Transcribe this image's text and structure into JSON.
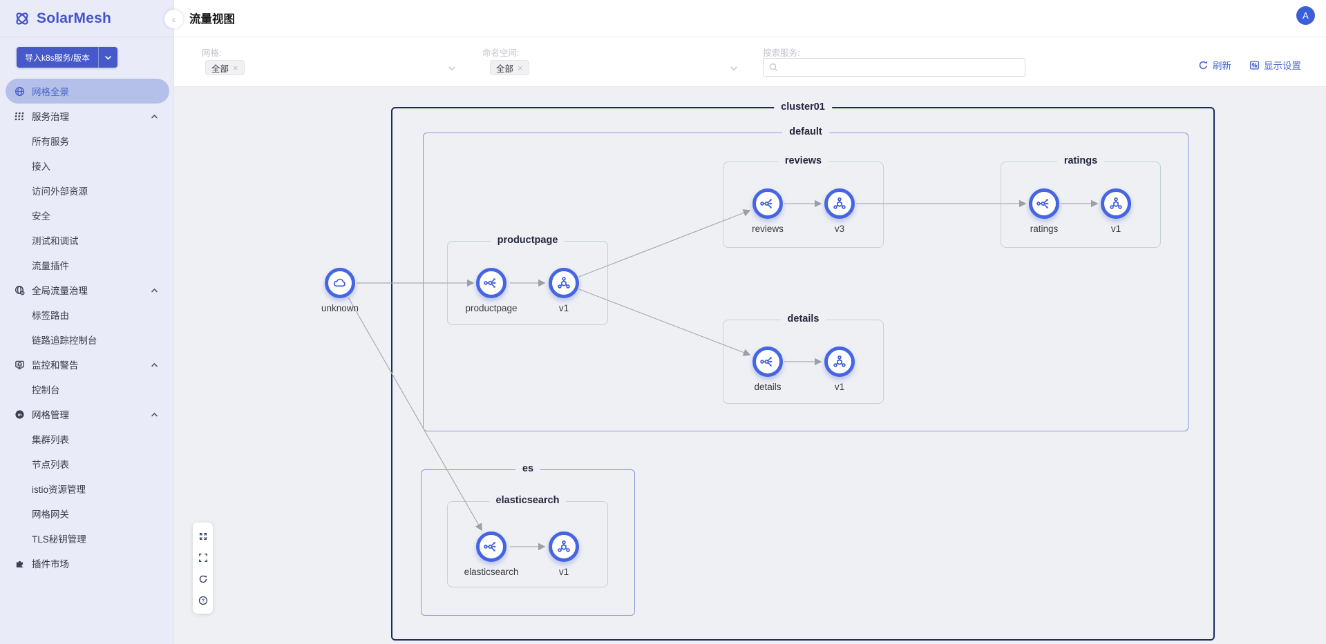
{
  "app": {
    "brand": "SolarMesh",
    "avatar_initial": "A"
  },
  "sidebar": {
    "import_button": {
      "label": "导入k8s服务/版本"
    },
    "items": [
      {
        "label": "网格全景",
        "selected": true
      },
      {
        "label": "服务治理",
        "group": true
      },
      {
        "label": "所有服务"
      },
      {
        "label": "接入"
      },
      {
        "label": "访问外部资源"
      },
      {
        "label": "安全"
      },
      {
        "label": "测试和调试"
      },
      {
        "label": "流量插件"
      },
      {
        "label": "全局流量治理",
        "group": true
      },
      {
        "label": "标签路由"
      },
      {
        "label": "链路追踪控制台"
      },
      {
        "label": "监控和警告",
        "group": true
      },
      {
        "label": "控制台"
      },
      {
        "label": "网格管理",
        "group": true
      },
      {
        "label": "集群列表"
      },
      {
        "label": "节点列表"
      },
      {
        "label": "istio资源管理"
      },
      {
        "label": "网格网关"
      },
      {
        "label": "TLS秘钥管理"
      },
      {
        "label": "插件市场",
        "group": true
      }
    ]
  },
  "header": {
    "title": "流量视图"
  },
  "filters": {
    "mesh_label": "网格:",
    "mesh_value": "全部",
    "namespace_label": "命名空间:",
    "namespace_value": "全部",
    "search_label": "搜索服务:",
    "search_value": "",
    "refresh_label": "刷新",
    "display_settings_label": "显示设置"
  },
  "graph": {
    "cluster_label": "cluster01",
    "external_node_label": "unknown",
    "namespaces": [
      {
        "label": "default"
      },
      {
        "label": "es"
      }
    ],
    "groups": [
      {
        "label": "productpage",
        "namespace": "default",
        "nodes": [
          "productpage",
          "v1"
        ]
      },
      {
        "label": "reviews",
        "namespace": "default",
        "nodes": [
          "reviews",
          "v3"
        ]
      },
      {
        "label": "ratings",
        "namespace": "default",
        "nodes": [
          "ratings",
          "v1"
        ]
      },
      {
        "label": "details",
        "namespace": "default",
        "nodes": [
          "details",
          "v1"
        ]
      },
      {
        "label": "elasticsearch",
        "namespace": "es",
        "nodes": [
          "elasticsearch",
          "v1"
        ]
      }
    ],
    "edges": [
      {
        "from": "unknown",
        "to": "productpage"
      },
      {
        "from": "productpage",
        "to": "productpage/v1"
      },
      {
        "from": "productpage/v1",
        "to": "reviews"
      },
      {
        "from": "productpage/v1",
        "to": "details"
      },
      {
        "from": "reviews",
        "to": "reviews/v3"
      },
      {
        "from": "reviews/v3",
        "to": "ratings"
      },
      {
        "from": "ratings",
        "to": "ratings/v1"
      },
      {
        "from": "details",
        "to": "details/v1"
      },
      {
        "from": "unknown",
        "to": "elasticsearch"
      },
      {
        "from": "elasticsearch",
        "to": "elasticsearch/v1"
      }
    ]
  },
  "colors": {
    "brand": "#4353c9",
    "accent": "#4b66cf",
    "node_ring": "#4565e2",
    "cluster_border": "#1b2a5e",
    "namespace_border": "#8a96dd",
    "group_border": "#c3d2d6",
    "edge": "#a8acb4",
    "selected_item_bg": "#b5c0ea",
    "canvas_bg": "#eef0f4"
  }
}
